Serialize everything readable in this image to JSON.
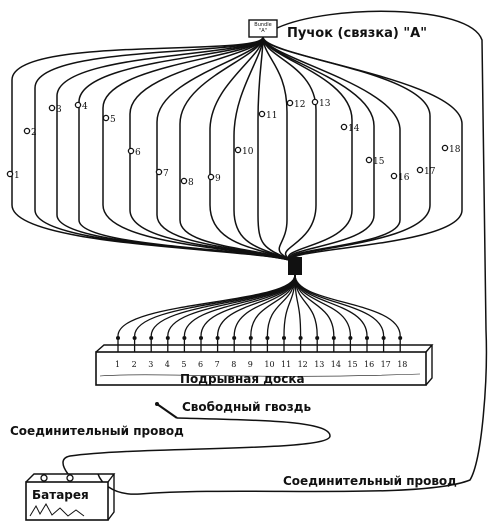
{
  "labels": {
    "bundle_title": "Пучок (связка) \"А\"",
    "bundle_box_line1": "Bundle",
    "bundle_box_line2": "\"A\"",
    "firing_board": "Подрывная доска",
    "free_nail": "Свободный гвоздь",
    "lead_wire_left": "Соединительный провод",
    "lead_wire_right": "Соединительный провод",
    "battery": "Батарея"
  },
  "charge_numbers": [
    "1",
    "2",
    "3",
    "4",
    "5",
    "6",
    "7",
    "8",
    "9",
    "10",
    "11",
    "12",
    "13",
    "14",
    "15",
    "16",
    "17",
    "18"
  ],
  "board_numbers": [
    "1",
    "2",
    "3",
    "4",
    "5",
    "6",
    "7",
    "8",
    "9",
    "10",
    "11",
    "12",
    "13",
    "14",
    "15",
    "16",
    "17",
    "18"
  ],
  "colors": {
    "ink": "#111111",
    "background": "#ffffff"
  }
}
